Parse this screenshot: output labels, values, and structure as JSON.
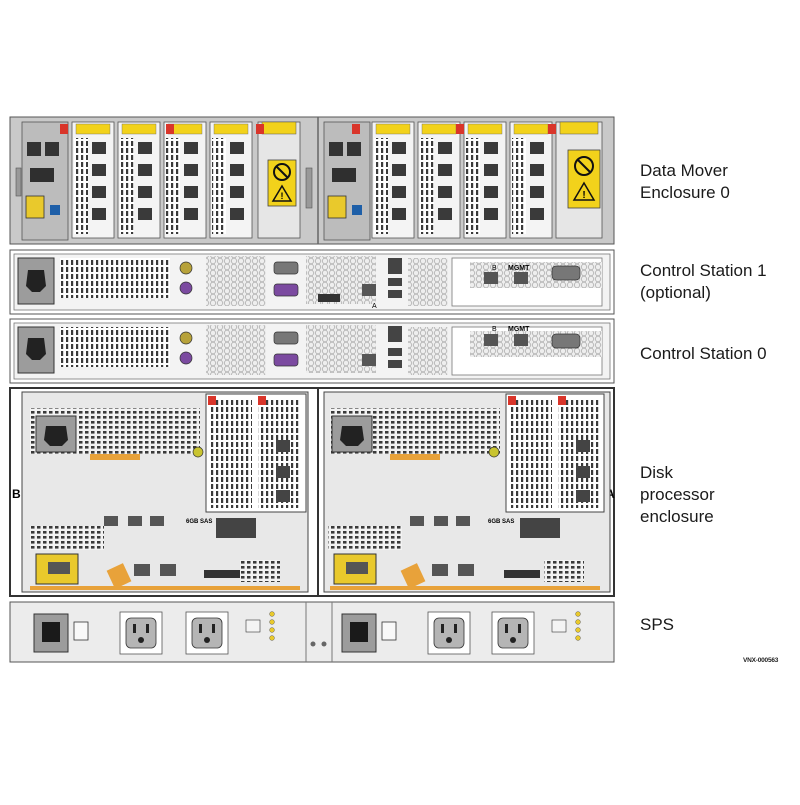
{
  "labels": {
    "data_mover": "Data Mover\nEnclosure 0",
    "cs1": "Control Station 1\n(optional)",
    "cs0": "Control Station 0",
    "dpe": "Disk\nprocessor\nenclosure",
    "sps": "SPS"
  },
  "figure_id": "VNX-000563",
  "panel": {
    "side_b": "B",
    "side_a": "A",
    "mgmt": "MGMT",
    "port_b": "B",
    "port_a": "A",
    "sas_6gb": "6GB SAS",
    "sas_text": "SAS"
  },
  "colors": {
    "chassis_gray": "#c9c9c9",
    "panel_light": "#ececec",
    "warning_yellow": "#f2d21b",
    "module_red": "#d9352a",
    "tab_yellow": "#e9c92c",
    "handle_orange": "#e8a23a"
  }
}
